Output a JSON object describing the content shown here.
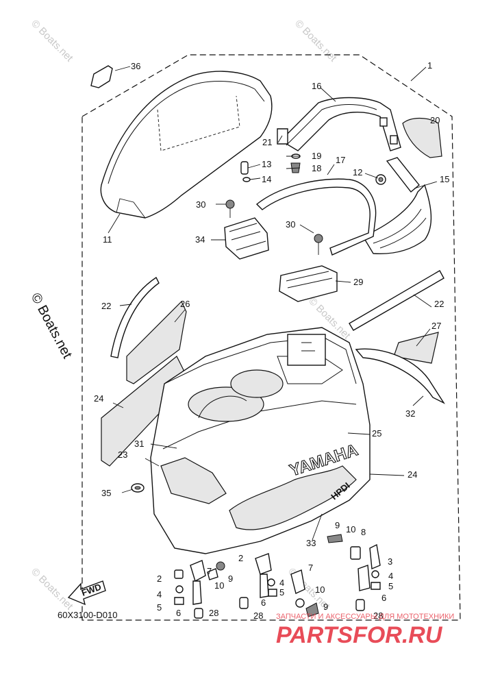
{
  "diagram": {
    "code": "60X3100-D010",
    "fwd_label": "FWD",
    "brand_text": "YAMAHA",
    "hpdi_text": "HPDI",
    "watermark": "© Boats.net",
    "side_watermark": "© Boats.net",
    "shop_url": "PARTSFOR.RU",
    "shop_tagline": "ЗАПЧАСТИ И АКСЕССУАРЫ ДЛЯ МОТОТЕХНИКИ",
    "callouts": [
      "1",
      "2",
      "3",
      "4",
      "5",
      "6",
      "7",
      "8",
      "9",
      "10",
      "11",
      "12",
      "13",
      "14",
      "15",
      "16",
      "17",
      "18",
      "19",
      "20",
      "21",
      "22",
      "23",
      "24",
      "25",
      "26",
      "27",
      "28",
      "29",
      "30",
      "31",
      "32",
      "33",
      "34",
      "35",
      "36"
    ]
  }
}
